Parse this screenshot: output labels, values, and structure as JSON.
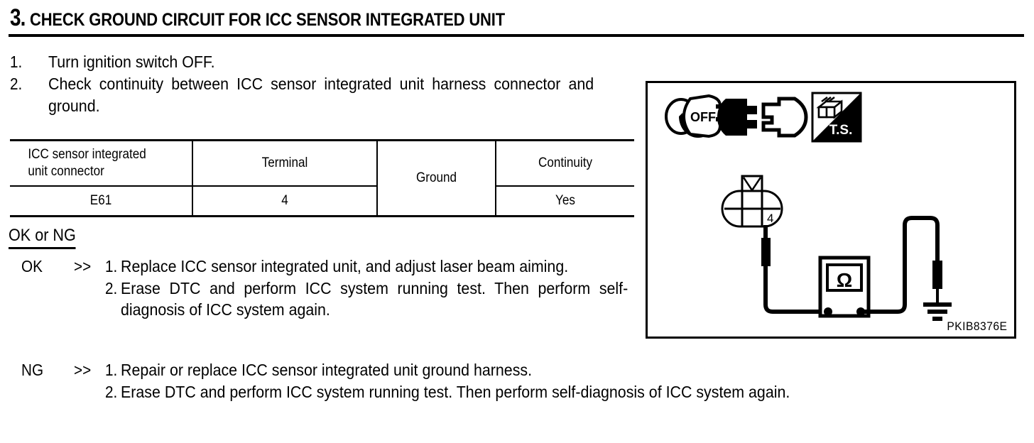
{
  "section": {
    "number": "3.",
    "title": "CHECK GROUND CIRCUIT FOR ICC SENSOR INTEGRATED UNIT"
  },
  "steps": [
    {
      "num": "1.",
      "text": "Turn ignition switch OFF."
    },
    {
      "num": "2.",
      "text": "Check continuity between ICC sensor integrated unit harness connector and ground."
    }
  ],
  "spec_table": {
    "headers": [
      "ICC sensor integrated unit connector",
      "Terminal",
      "Ground",
      "Continuity"
    ],
    "header_connector_line1": "ICC sensor integrated",
    "header_connector_line2": "unit connector",
    "header_terminal": "Terminal",
    "header_ground": "Ground",
    "header_continuity": "Continuity",
    "row": {
      "connector": "E61",
      "terminal": "4",
      "continuity": "Yes"
    }
  },
  "judgement": {
    "title": "OK or NG",
    "branches": [
      {
        "label": "OK",
        "arrow": ">>",
        "items": [
          {
            "num": "1.",
            "text": "Replace ICC sensor integrated unit, and adjust laser beam aiming."
          },
          {
            "num": "2.",
            "text": "Erase DTC and perform ICC system running test. Then perform self-diagnosis of ICC system again."
          }
        ]
      },
      {
        "label": "NG",
        "arrow": ">>",
        "items": [
          {
            "num": "1.",
            "text": "Repair or replace ICC sensor integrated unit ground harness."
          },
          {
            "num": "2.",
            "text": "Erase DTC and perform ICC system running test. Then perform self-diagnosis of ICC system again."
          }
        ]
      }
    ]
  },
  "figure": {
    "caption": "PKIB8376E",
    "icons": [
      {
        "name": "ignition-off-icon",
        "label": "OFF"
      },
      {
        "name": "disconnect-connector-icon",
        "label": ""
      },
      {
        "name": "tool-special-icon",
        "label": "T.S."
      }
    ],
    "connector_terminal": "4",
    "meter_symbol": "Ω"
  }
}
